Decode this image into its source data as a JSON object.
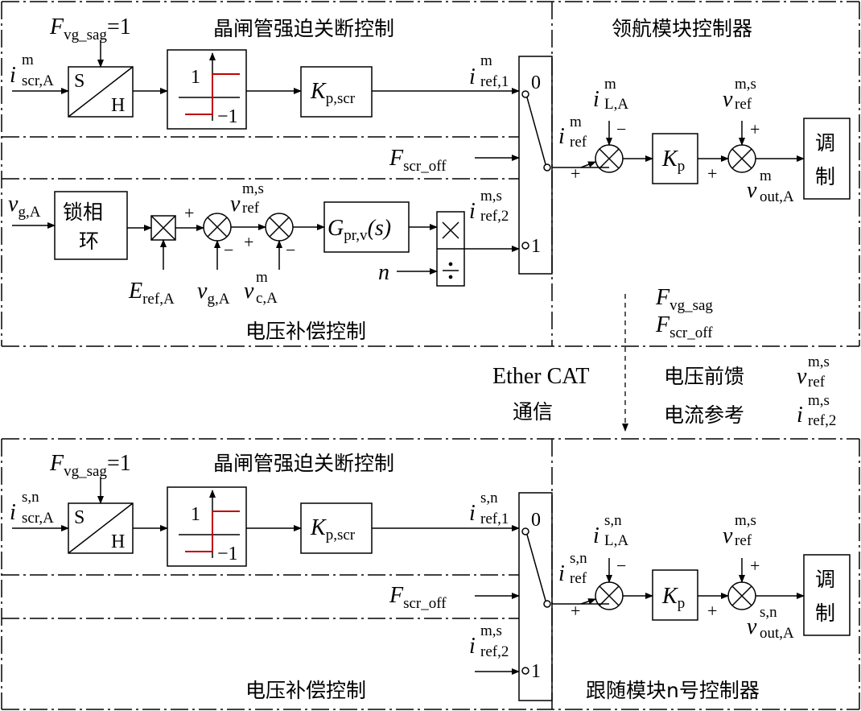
{
  "master": {
    "scr_title": "晶闸管强迫关断控制",
    "controller_title": "领航模块控制器",
    "vc_title": "电压补偿控制",
    "fvg_sag": "F",
    "fvg_sag_sub": "vg_sag",
    "fvg_sag_eq": "=1",
    "in_iscr": "i",
    "in_iscr_sup": "m",
    "in_iscr_sub": "scr,A",
    "sh_s": "S",
    "sh_h": "H",
    "relay_hi": "1",
    "relay_lo": "−1",
    "kp_scr": "K",
    "kp_scr_sub": "p,scr",
    "iref1": "i",
    "iref1_sup": "m",
    "iref1_sub": "ref,1",
    "sw0": "0",
    "sw1": "1",
    "fscr_off": "F",
    "fscr_off_sub": "scr_off",
    "vg_in": "v",
    "vg_in_sub": "g,A",
    "pll_1": "锁相",
    "pll_2": "环",
    "eref": "E",
    "eref_sub": "ref,A",
    "vga": "v",
    "vga_sub": "g,A",
    "vca": "v",
    "vca_sup": "m",
    "vca_sub": "c,A",
    "vref": "v",
    "vref_sup": "m,s",
    "vref_sub": "ref",
    "gpr": "G",
    "gpr_sub": "pr,v",
    "gpr_arg": "(s)",
    "iref2": "i",
    "iref2_sup": "m,s",
    "iref2_sub": "ref,2",
    "n_in": "n",
    "mul": "×",
    "div": "÷",
    "iref": "i",
    "iref_sup": "m",
    "iref_sub": "ref",
    "ila": "i",
    "ila_sup": "m",
    "ila_sub": "L,A",
    "kp": "K",
    "kp_sub": "p",
    "vref_r": "v",
    "vref_r_sup": "m,s",
    "vref_r_sub": "ref",
    "vout": "v",
    "vout_sup": "m",
    "vout_sub": "out,A",
    "mod_1": "调",
    "mod_2": "制"
  },
  "comm": {
    "fvg": "F",
    "fvg_sub": "vg_sag",
    "fscr": "F",
    "fscr_sub": "scr_off",
    "ethercat": "Ether CAT",
    "tongxin": "通信",
    "ff_label": "电压前馈",
    "ff_var": "v",
    "ff_sup": "m,s",
    "ff_sub": "ref",
    "cr_label": "电流参考",
    "cr_var": "i",
    "cr_sup": "m,s",
    "cr_sub": "ref,2"
  },
  "slave": {
    "scr_title": "晶闸管强迫关断控制",
    "vc_title": "电压补偿控制",
    "controller_title": "跟随模块n号控制器",
    "fvg_sag": "F",
    "fvg_sag_sub": "vg_sag",
    "fvg_sag_eq": "=1",
    "in_iscr": "i",
    "in_iscr_sup": "s,n",
    "in_iscr_sub": "scr,A",
    "sh_s": "S",
    "sh_h": "H",
    "relay_hi": "1",
    "relay_lo": "−1",
    "kp_scr": "K",
    "kp_scr_sub": "p,scr",
    "iref1": "i",
    "iref1_sup": "s,n",
    "iref1_sub": "ref,1",
    "sw0": "0",
    "sw1": "1",
    "fscr_off": "F",
    "fscr_off_sub": "scr_off",
    "iref2": "i",
    "iref2_sup": "m,s",
    "iref2_sub": "ref,2",
    "iref": "i",
    "iref_sup": "s,n",
    "iref_sub": "ref",
    "ila": "i",
    "ila_sup": "s,n",
    "ila_sub": "L,A",
    "kp": "K",
    "kp_sub": "p",
    "vref_r": "v",
    "vref_r_sup": "m,s",
    "vref_r_sub": "ref",
    "vout": "v",
    "vout_sup": "s,n",
    "vout_sub": "out,A",
    "mod_1": "调",
    "mod_2": "制"
  },
  "signs": {
    "plus": "+",
    "minus": "−"
  }
}
